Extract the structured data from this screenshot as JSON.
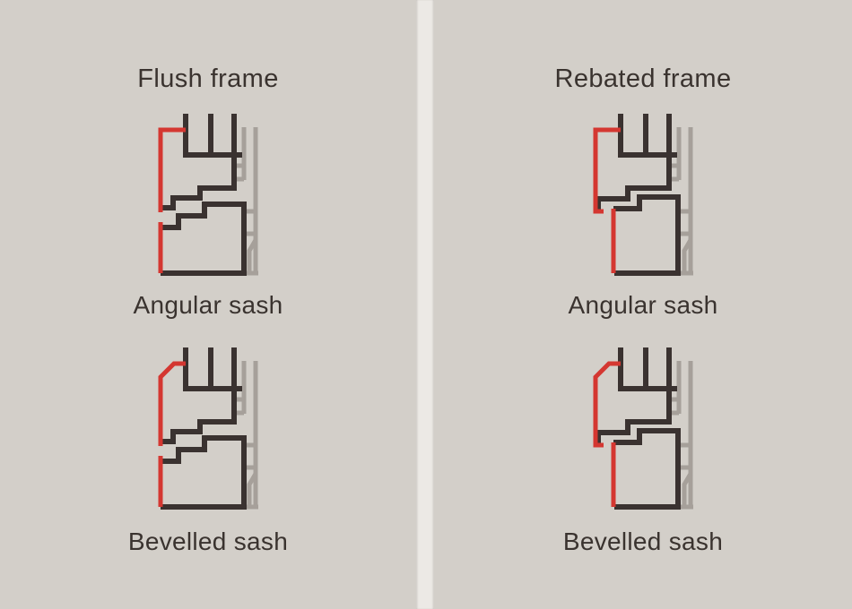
{
  "palette": {
    "background": "#d3cfc9",
    "divider": "#ece9e5",
    "line_dark": "#3a3230",
    "line_grey": "#a6a09a",
    "line_red": "#d43731",
    "text": "#3a332f"
  },
  "columns": [
    {
      "title": "Flush frame",
      "diagrams": [
        {
          "label": "Angular sash",
          "variant": "flush-angular"
        },
        {
          "label": "Bevelled sash",
          "variant": "flush-bevelled"
        }
      ]
    },
    {
      "title": "Rebated frame",
      "diagrams": [
        {
          "label": "Angular sash",
          "variant": "rebated-angular"
        },
        {
          "label": "Bevelled sash",
          "variant": "rebated-bevelled"
        }
      ]
    }
  ],
  "figures": {
    "flush-angular": {
      "grey": [
        "M105 24 V83",
        "M118 24 V187",
        "M94 67 H105",
        "M94 82 H105",
        "M105 118 H118",
        "M105 143 H118",
        "M118 150 L111 162 V186",
        "M106 187 H121"
      ],
      "black": [
        "M40 9 V55",
        "M68 9 V55",
        "M37 55 H103",
        "M94 9 V92 H56 V103 H26 V114 H12",
        "M12 136 H32 V123 H61 V110 H105 V187 H12"
      ],
      "red": [
        "M40 27 H12 V119",
        "M12 130 V187"
      ]
    },
    "flush-bevelled": {
      "grey": [
        "M105 24 V83",
        "M118 24 V187",
        "M94 67 H105",
        "M94 82 H105",
        "M105 118 H118",
        "M105 143 H118",
        "M118 150 L111 162 V186",
        "M106 187 H121"
      ],
      "black": [
        "M40 9 V55",
        "M68 9 V55",
        "M37 55 H103",
        "M94 9 V92 H56 V103 H26 V114 H12",
        "M12 136 H32 V123 H61 V110 H105 V187 H12"
      ],
      "red": [
        "M40 27 H27 L12 42 V119",
        "M12 130 V187"
      ]
    },
    "rebated-angular": {
      "grey": [
        "M105 24 V83",
        "M118 24 V187",
        "M94 67 H105",
        "M94 82 H105",
        "M105 118 H118",
        "M105 143 H118",
        "M118 150 L111 162 V186",
        "M106 187 H121"
      ],
      "black": [
        "M40 9 V55",
        "M68 9 V55",
        "M37 55 H103",
        "M94 9 V92 H48 V104 H15 V117",
        "M32 115 H61 V102 H104 V187 H33"
      ],
      "red": [
        "M40 27 H12 V118 H21",
        "M32 115 V187"
      ]
    },
    "rebated-bevelled": {
      "grey": [
        "M105 24 V83",
        "M118 24 V187",
        "M94 67 H105",
        "M94 82 H105",
        "M105 118 H118",
        "M105 143 H118",
        "M118 150 L111 162 V186",
        "M106 187 H121"
      ],
      "black": [
        "M40 9 V55",
        "M68 9 V55",
        "M37 55 H103",
        "M94 9 V92 H48 V104 H15 V117",
        "M32 115 H61 V102 H104 V187 H33"
      ],
      "red": [
        "M40 27 H27 L12 42 V118 H21",
        "M32 115 V187"
      ]
    }
  }
}
